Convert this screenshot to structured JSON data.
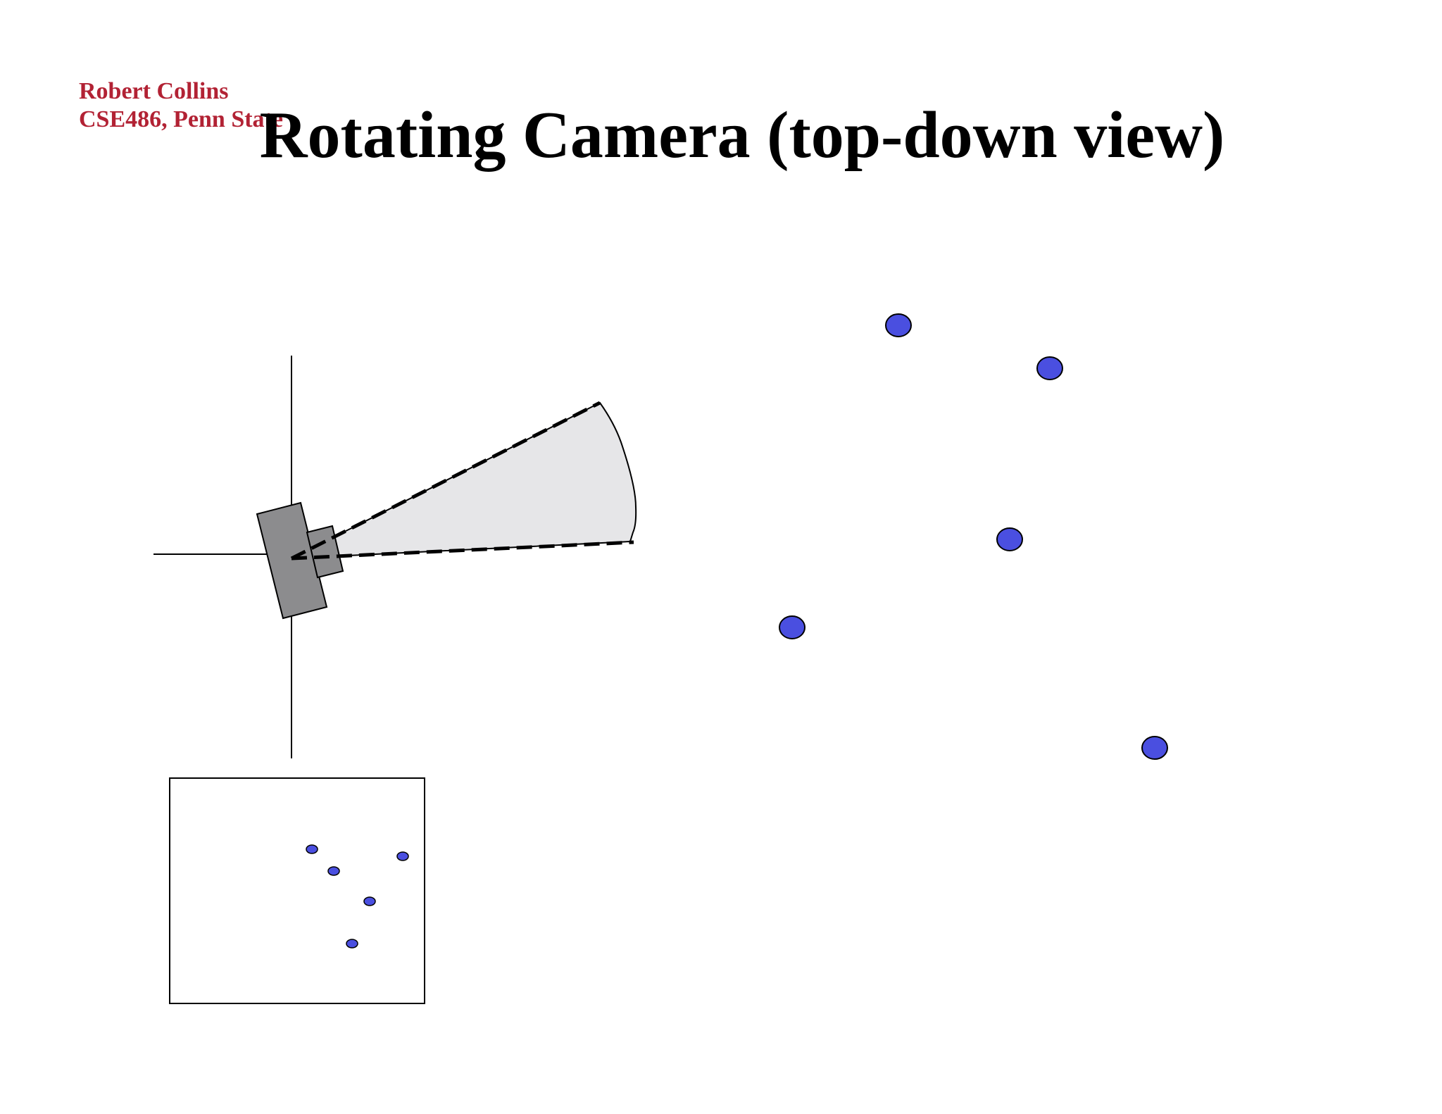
{
  "author": {
    "name": "Robert Collins",
    "course": "CSE486, Penn State"
  },
  "title": "Rotating Camera (top-down view)",
  "colors": {
    "author_red": "#b22234",
    "point_fill": "#4a4fe0",
    "camera_gray": "#8c8c8e",
    "fov_fill": "#e6e6e8"
  },
  "icons": {
    "camera": "camera-body-icon",
    "world_point": "circle-dot-icon"
  }
}
